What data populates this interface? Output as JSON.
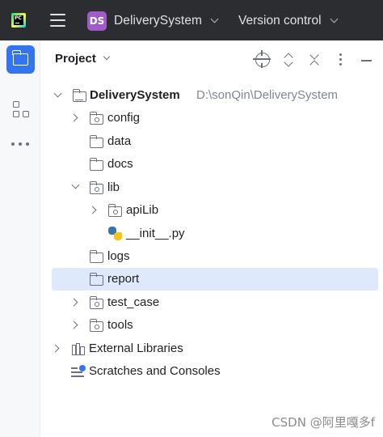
{
  "titlebar": {
    "logo_text": "PC",
    "project_badge": "DS",
    "project_name": "DeliverySystem",
    "vcs_label": "Version control"
  },
  "toolstrip": {
    "items": [
      {
        "icon": "folder-icon",
        "active": true
      },
      {
        "icon": "structure-icon",
        "active": false
      },
      {
        "icon": "more-icon",
        "active": false
      }
    ]
  },
  "panel": {
    "title": "Project",
    "actions": [
      "locate-icon",
      "expand-all-icon",
      "collapse-all-icon",
      "options-icon",
      "minimize-icon"
    ]
  },
  "tree": {
    "root": {
      "name": "DeliverySystem",
      "path": "D:\\sonQin\\DeliverySystem"
    },
    "items": [
      {
        "name": "config"
      },
      {
        "name": "data"
      },
      {
        "name": "docs"
      },
      {
        "name": "lib"
      },
      {
        "name": "apiLib"
      },
      {
        "name": "__init__.py"
      },
      {
        "name": "logs"
      },
      {
        "name": "report"
      },
      {
        "name": "test_case"
      },
      {
        "name": "tools"
      },
      {
        "name": "External Libraries"
      },
      {
        "name": "Scratches and Consoles"
      }
    ],
    "selected": "report"
  },
  "watermark": "CSDN @阿里嘎多f",
  "colors": {
    "titlebar_bg": "#2b2d30",
    "accent": "#3574f0",
    "badge": "#a15bc6",
    "selection": "#dfe9fc"
  }
}
